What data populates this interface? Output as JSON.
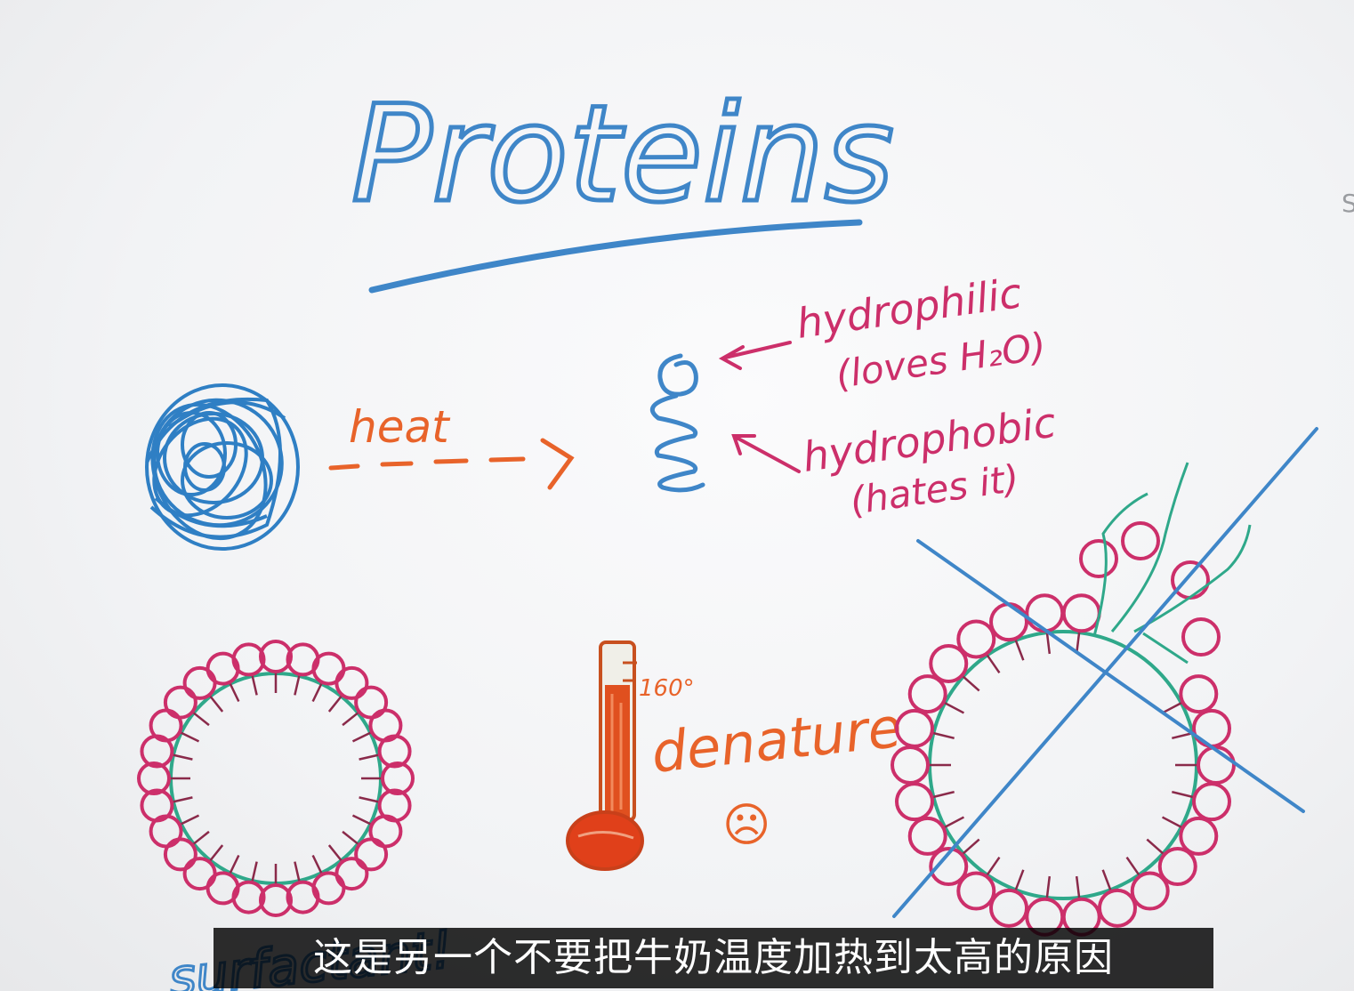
{
  "title": "Proteins",
  "labels": {
    "heat": "heat",
    "hydrophilic": "hydrophilic",
    "hydrophilic_note": "(loves H₂O)",
    "hydrophobic": "hydrophobic",
    "hydrophobic_note": "(hates it)",
    "temperature": "160°",
    "denature": "denature",
    "sad_face": "☹",
    "surfactant_partial": "surfactant!"
  },
  "edge_glyph": "S",
  "subtitle": "这是另一个不要把牛奶温度加热到太高的原因",
  "colors": {
    "blue_marker": "#3f86c8",
    "orange_marker": "#e8632a",
    "pink_marker": "#cc2f6a",
    "green_marker": "#2fa88a",
    "subtitle_bg": "#000000",
    "subtitle_text": "#ffffff"
  }
}
